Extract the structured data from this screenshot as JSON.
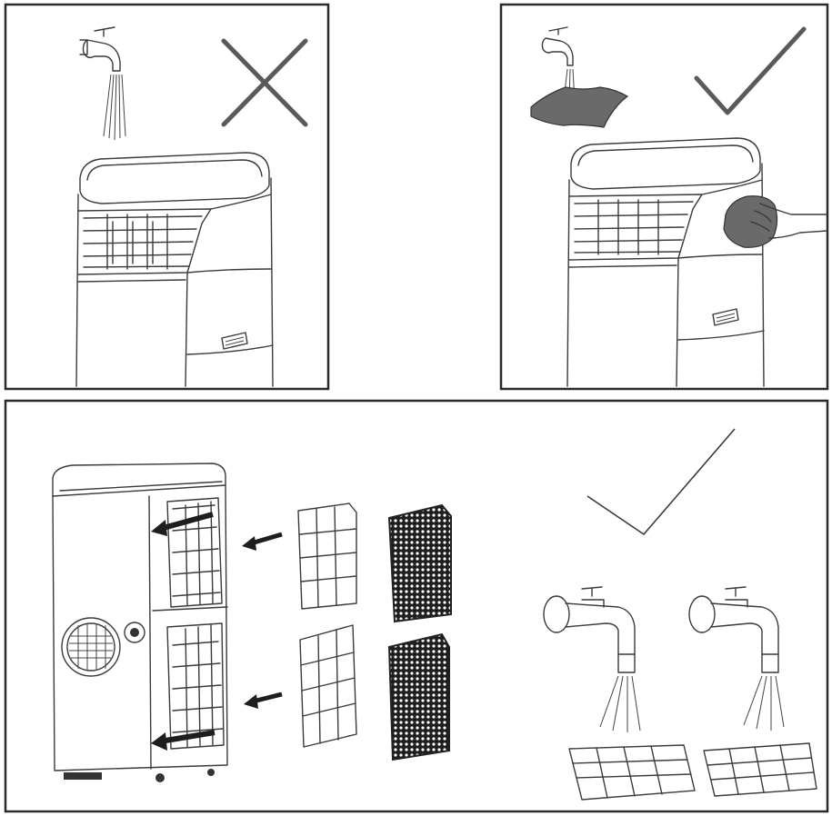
{
  "panels": [
    {
      "id": "top-left",
      "depicts": "faucet-water-on-unit",
      "verdict": "wrong",
      "verdict_icon": "cross-icon"
    },
    {
      "id": "top-right",
      "depicts": "wipe-with-damp-cloth",
      "verdict": "correct",
      "verdict_icon": "check-icon"
    },
    {
      "id": "bottom",
      "depicts": "remove-and-rinse-filters",
      "verdict": "correct",
      "verdict_icon": "check-icon"
    }
  ],
  "colors": {
    "line": "#3a3a3a",
    "frame": "#2a2a2a",
    "verdict_mark": "#5a5a5a",
    "mesh": "#1e1e1e",
    "cloth": "#6a6a6a"
  }
}
